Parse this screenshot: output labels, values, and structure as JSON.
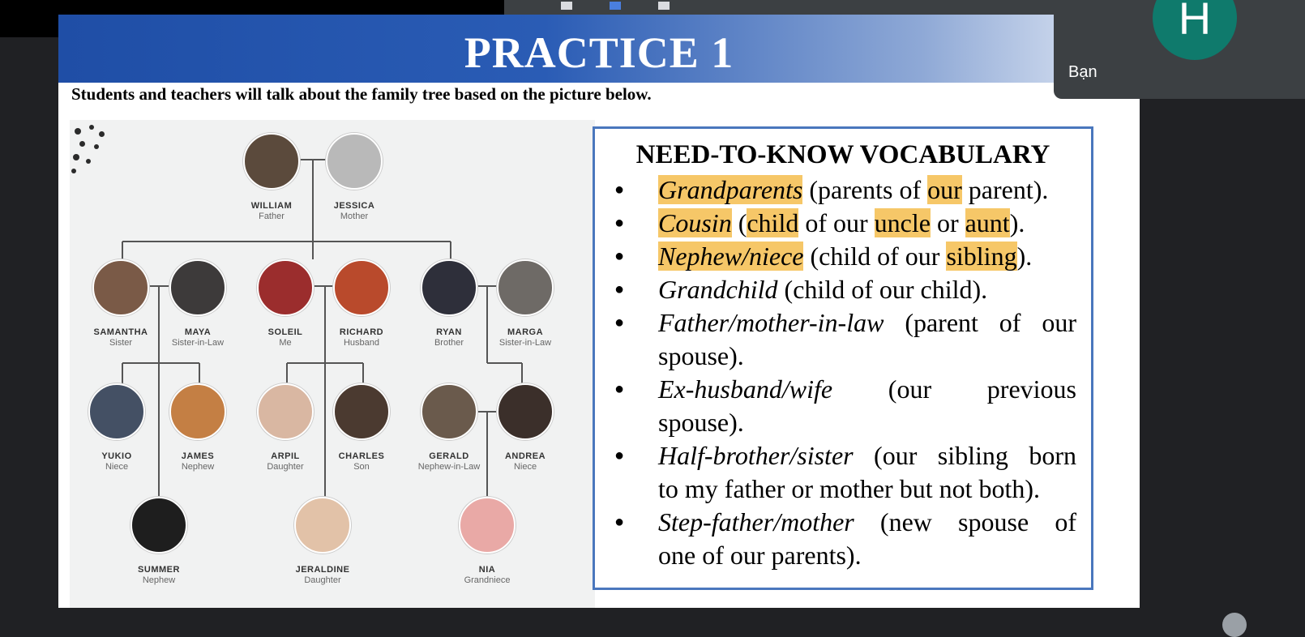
{
  "meeting": {
    "participant_name": "Bạn",
    "participant_initial": "H",
    "avatar_color": "#0f7a6c"
  },
  "slide": {
    "title": "PRACTICE 1",
    "instruction": "Students and teachers will talk about the family tree based on the picture below.",
    "banner_color": "#1f4ea6"
  },
  "tree": {
    "people": [
      {
        "id": "william",
        "name": "WILLIAM",
        "role": "Father",
        "color": "#5b4a3c"
      },
      {
        "id": "jessica",
        "name": "JESSICA",
        "role": "Mother",
        "color": "#b9b9b9"
      },
      {
        "id": "samantha",
        "name": "SAMANTHA",
        "role": "Sister",
        "color": "#7a5a47"
      },
      {
        "id": "maya",
        "name": "MAYA",
        "role": "Sister-in-Law",
        "color": "#3d3a3a"
      },
      {
        "id": "soleil",
        "name": "SOLEIL",
        "role": "Me",
        "color": "#9b2d2d"
      },
      {
        "id": "richard",
        "name": "RICHARD",
        "role": "Husband",
        "color": "#b94a2c"
      },
      {
        "id": "ryan",
        "name": "RYAN",
        "role": "Brother",
        "color": "#2e2f3a"
      },
      {
        "id": "marga",
        "name": "MARGA",
        "role": "Sister-in-Law",
        "color": "#6e6a66"
      },
      {
        "id": "yukio",
        "name": "YUKIO",
        "role": "Niece",
        "color": "#445064"
      },
      {
        "id": "james",
        "name": "JAMES",
        "role": "Nephew",
        "color": "#c47f44"
      },
      {
        "id": "arpil",
        "name": "ARPIL",
        "role": "Daughter",
        "color": "#d9b7a2"
      },
      {
        "id": "charles",
        "name": "CHARLES",
        "role": "Son",
        "color": "#4b3a30"
      },
      {
        "id": "gerald",
        "name": "GERALD",
        "role": "Nephew-in-Law",
        "color": "#6a5a4c"
      },
      {
        "id": "andrea",
        "name": "ANDREA",
        "role": "Niece",
        "color": "#3b2f2a"
      },
      {
        "id": "summer",
        "name": "SUMMER",
        "role": "Nephew",
        "color": "#1e1e1e"
      },
      {
        "id": "jeraldine",
        "name": "JERALDINE",
        "role": "Daughter",
        "color": "#e2c2a8"
      },
      {
        "id": "nia",
        "name": "NIA",
        "role": "Grandniece",
        "color": "#e9a9a6"
      }
    ]
  },
  "vocab": {
    "heading": "NEED-TO-KNOW VOCABULARY",
    "highlight_color": "#f6c768",
    "items": {
      "i0": {
        "term": "Grandparents",
        "a": " (pa",
        "b": "rents of ",
        "c": "our",
        "d": " pa",
        "e": "rent)."
      },
      "i1": {
        "term": "Cousin",
        "a": " (",
        "b": "child",
        "c": " of our ",
        "d": "uncle",
        "e": " or ",
        "f": "aunt",
        "g": ")."
      },
      "i2": {
        "term": "Nephew/niece",
        "a": " (child of our ",
        "b": "sibling",
        "c": ")."
      },
      "i3": {
        "term": "Grandchild",
        "rest": " (child of our child)."
      },
      "i4": {
        "term": "Father/mother-in-law",
        "rest": " (parent of our",
        "cont": "spouse)."
      },
      "i5": {
        "term": "Ex-husband/wife",
        "rest": " (our previous",
        "cont": "spouse)."
      },
      "i6": {
        "term": "Half-brother/sister",
        "rest": " (our sibling born",
        "cont": "to my father or mother but not both)."
      },
      "i7": {
        "term": "Step-father/mother",
        "rest": " (new spouse of",
        "cont": "one of our parents)."
      }
    }
  }
}
